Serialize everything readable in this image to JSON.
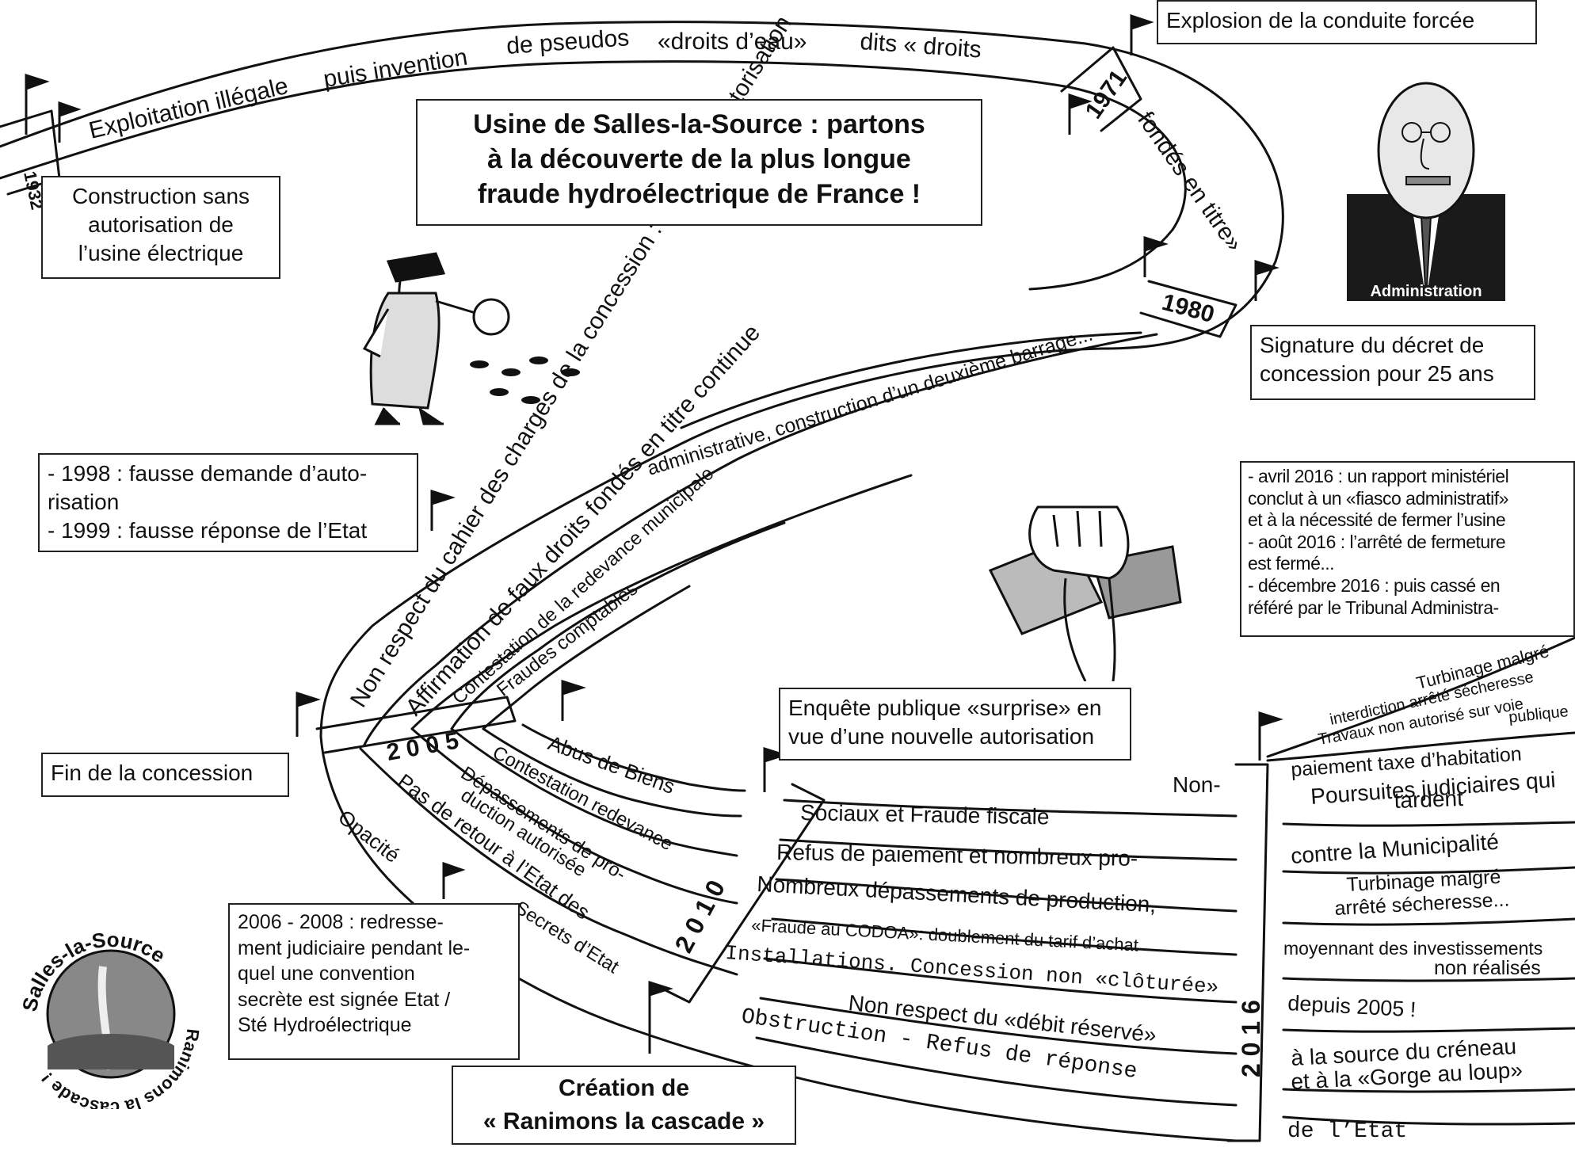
{
  "title": {
    "lines": [
      "Usine de Salles-la-Source : partons",
      "à la découverte de la plus longue",
      "fraude hydroélectrique de France !"
    ]
  },
  "years": {
    "y1932": "1932",
    "y1971": "1971",
    "y1980": "1980",
    "y2005": "2 0 0 5",
    "y2010": "2 0 1 0",
    "y2016": "2 0 1 6"
  },
  "events": {
    "construction": [
      "Construction sans",
      "autorisation de",
      "l’usine électrique"
    ],
    "explosion": [
      "Explosion de la conduite forcée"
    ],
    "decret": [
      "Signature du décret de",
      "concession pour 25 ans"
    ],
    "fausse_demande": [
      "- 1998 : fausse demande d’auto-",
      "risation",
      "- 1999 : fausse réponse de l’Etat"
    ],
    "fin_concession": [
      "Fin de la concession"
    ],
    "enquete": [
      "Enquête publique «surprise» en",
      "vue d’une nouvelle autorisation"
    ],
    "redressement": [
      "2006 - 2008 : redresse-",
      "ment judiciaire pendant le-",
      "quel une convention",
      "secrète est signée Etat /",
      "Sté Hydroélectrique"
    ],
    "rapport": [
      "- avril 2016 : un rapport ministériel",
      "conclut à un «fiasco administratif»",
      "et à la nécessité de fermer l’usine",
      "- août 2016 : l’arrêté de fermeture",
      "est fermé...",
      "- décembre 2016 : puis cassé en",
      "référé par le Tribunal Administra-"
    ],
    "creation": [
      "Création de",
      "« Ranimons la cascade »"
    ]
  },
  "road_texts": {
    "top_a": "Exploitation illégale",
    "top_b": "puis invention",
    "top_c": "de pseudos",
    "top_d": "«droits d’eau»",
    "top_e": "dits « droits",
    "right_curve": "fondés en titre»",
    "lane1": "Non respect   du cahier des charges   de la concession :   absence d’autorisation",
    "lane2": "Affirmation de   faux droits fondés en titre   continue",
    "lane1b": "administrative, construction d’un deuxième barrage...",
    "lane3": "Contestation   de la redevance municipale",
    "lane4": "Fraudes   comptables",
    "s1": "Opacité",
    "s2": "Pas de retour à l’Etat des",
    "s3": "Dépassements de pro-",
    "s3b": "duction autorisée",
    "s4": "Contestation redevance",
    "s5": "Abus de Biens",
    "s6": "Secrets d’Etat",
    "m1": "Sociaux   et  Fraude fiscale",
    "m1b": "Non-",
    "m2": "Refus de paiement et nombreux pro-",
    "m3": "Nombreux dépassements de production,",
    "m4": "«Fraude au CODOA»: doublement du tarif d’achat",
    "m5": "Installations. Concession non «clôturée»",
    "m6": "Non respect du «débit réservé»",
    "m7": "Obstruction   - Refus de réponse",
    "r0a": "Turbinage malgré",
    "r0b": "interdiction arrêté sécheresse",
    "r0c": "Travaux non autorisé sur  voie",
    "r0d": "publique",
    "r1": "paiement taxe d’habitation",
    "r2a": "Poursuites judiciaires qui",
    "r2b": "tardent",
    "r3": "contre la Municipalité",
    "r4a": "Turbinage malgré",
    "r4b": "arrêté sécheresse...",
    "r5a": "moyennant des investissements",
    "r5b": "non réalisés",
    "r6": "depuis 2005 !",
    "r7a": "à la source du créneau",
    "r7b": "et à la «Gorge au loup»",
    "r8": "de l’Etat"
  },
  "figures": {
    "administration": "Administration",
    "logo_top": "Salles-la-Source",
    "logo_bottom": "Ranimons la cascade !"
  },
  "colors": {
    "ink": "#111111",
    "paper": "#ffffff",
    "suit": "#1a1a1a"
  },
  "icons": [
    "detective-icon",
    "fist-money-icon",
    "administration-icon",
    "flag-icon",
    "logo-icon"
  ]
}
